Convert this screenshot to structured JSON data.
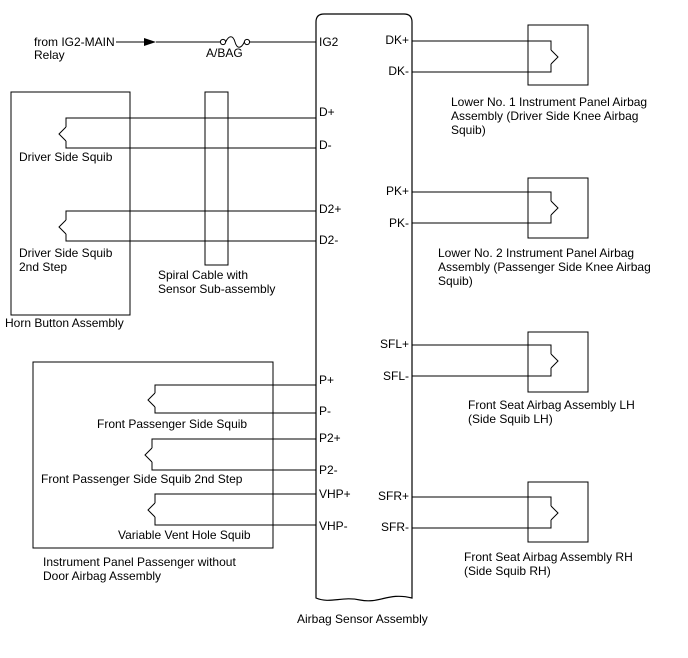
{
  "power": {
    "source_line1": "from IG2-MAIN",
    "source_line2": "Relay",
    "fuse": "A/BAG"
  },
  "ecu": {
    "name": "Airbag Sensor Assembly",
    "pins_left": {
      "ig2": "IG2",
      "d_plus": "D+",
      "d_minus": "D-",
      "d2_plus": "D2+",
      "d2_minus": "D2-",
      "p_plus": "P+",
      "p_minus": "P-",
      "p2_plus": "P2+",
      "p2_minus": "P2-",
      "vhp_plus": "VHP+",
      "vhp_minus": "VHP-"
    },
    "pins_right": {
      "dk_plus": "DK+",
      "dk_minus": "DK-",
      "pk_plus": "PK+",
      "pk_minus": "PK-",
      "sfl_plus": "SFL+",
      "sfl_minus": "SFL-",
      "sfr_plus": "SFR+",
      "sfr_minus": "SFR-"
    }
  },
  "horn": {
    "assembly": "Horn Button Assembly",
    "squib1": "Driver Side Squib",
    "squib2_line1": "Driver Side Squib",
    "squib2_line2": "2nd Step"
  },
  "spiral": {
    "line1": "Spiral Cable with",
    "line2": "Sensor Sub-assembly"
  },
  "passenger": {
    "assembly_line1": "Instrument Panel Passenger without",
    "assembly_line2": "Door Airbag Assembly",
    "squib1": "Front Passenger Side Squib",
    "squib2": "Front Passenger Side Squib 2nd Step",
    "vent": "Variable Vent Hole Squib"
  },
  "right_components": {
    "dk_line1": "Lower No. 1 Instrument Panel Airbag",
    "dk_line2": "Assembly (Driver Side Knee Airbag",
    "dk_line3": "Squib)",
    "pk_line1": "Lower No. 2 Instrument Panel Airbag",
    "pk_line2": "Assembly (Passenger Side Knee Airbag",
    "pk_line3": "Squib)",
    "sfl_line1": "Front Seat Airbag Assembly LH",
    "sfl_line2": "(Side Squib LH)",
    "sfr_line1": "Front Seat Airbag Assembly RH",
    "sfr_line2": "(Side Squib RH)"
  }
}
